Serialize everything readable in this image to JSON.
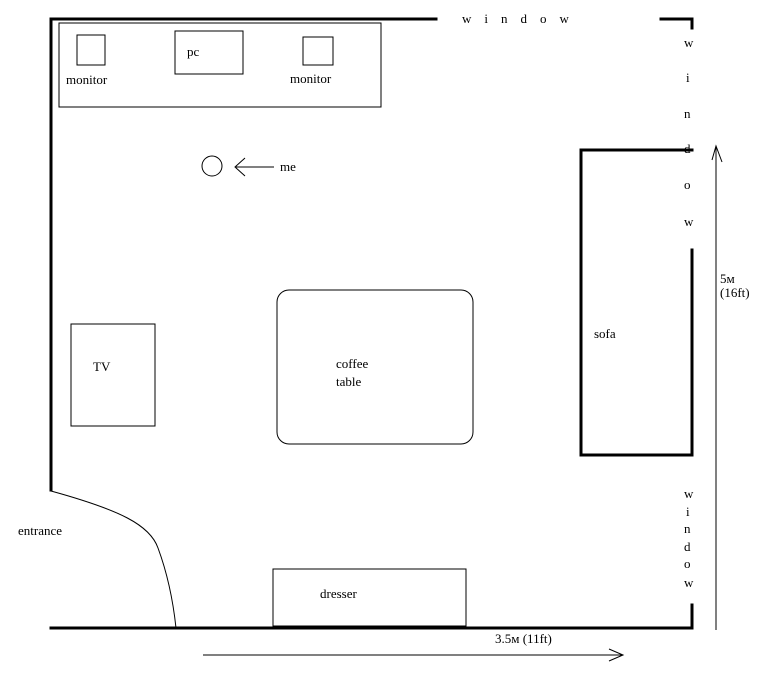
{
  "labels": {
    "pc": "pc",
    "monitor_left": "monitor",
    "monitor_right": "monitor",
    "me": "me",
    "tv": "TV",
    "coffee_line1": "coffee",
    "coffee_line2": "table",
    "sofa": "sofa",
    "dresser": "dresser",
    "entrance": "entrance",
    "window_top": "window",
    "window_right_upper": [
      "w",
      "i",
      "n",
      "d",
      "o",
      "w"
    ],
    "window_right_lower": [
      "w",
      "i",
      "n",
      "d",
      "o",
      "w"
    ],
    "dim_height_line1": "5м",
    "dim_height_line2": "(16ft)",
    "dim_width": "3.5м (11ft)"
  },
  "colors": {
    "ink": "#000000",
    "paper": "#ffffff"
  }
}
